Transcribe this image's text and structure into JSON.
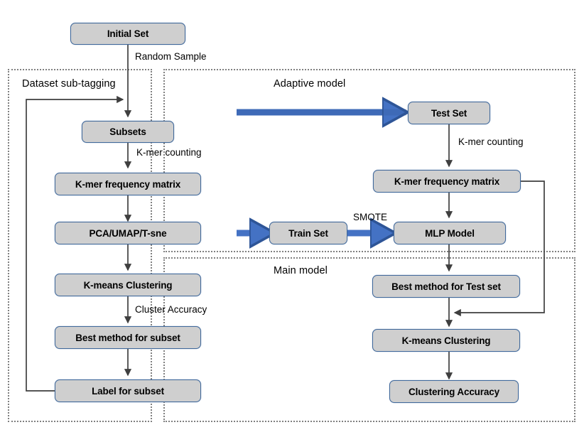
{
  "diagram": {
    "title": "Pipeline flowchart",
    "colors": {
      "node_fill": "#CFCFCF",
      "node_border": "#41699B",
      "group_border": "#808080",
      "thin_arrow": "#3F3F3F",
      "thick_arrow_fill": "#4472C4",
      "thick_arrow_stroke": "#2E5597",
      "text": "#000000"
    },
    "groups": [
      {
        "id": "dataset-sub-tagging",
        "label": "Dataset sub-tagging"
      },
      {
        "id": "adaptive-model",
        "label": "Adaptive model"
      },
      {
        "id": "main-model",
        "label": "Main model"
      }
    ],
    "nodes": [
      {
        "id": "initial-set",
        "label": "Initial Set"
      },
      {
        "id": "subsets",
        "label": "Subsets"
      },
      {
        "id": "kmer-matrix-left",
        "label": "K-mer frequency matrix"
      },
      {
        "id": "pca-umap-tsne",
        "label": "PCA/UMAP/T-sne"
      },
      {
        "id": "kmeans-left",
        "label": "K-means Clustering"
      },
      {
        "id": "best-method-subset",
        "label": "Best method for subset"
      },
      {
        "id": "label-for-subset",
        "label": "Label for subset"
      },
      {
        "id": "test-set",
        "label": "Test Set"
      },
      {
        "id": "kmer-matrix-right",
        "label": "K-mer frequency matrix"
      },
      {
        "id": "train-set",
        "label": "Train Set"
      },
      {
        "id": "mlp-model",
        "label": "MLP Model"
      },
      {
        "id": "best-method-test-set",
        "label": "Best method for Test set"
      },
      {
        "id": "kmeans-right",
        "label": "K-means Clustering"
      },
      {
        "id": "clustering-accuracy",
        "label": "Clustering Accuracy"
      }
    ],
    "edge_labels": [
      {
        "id": "random-sample",
        "label": "Random Sample"
      },
      {
        "id": "kmer-counting-left",
        "label": "K-mer counting"
      },
      {
        "id": "cluster-accuracy",
        "label": "Cluster Accuracy"
      },
      {
        "id": "kmer-counting-right",
        "label": "K-mer counting"
      },
      {
        "id": "smote",
        "label": "SMOTE"
      }
    ]
  }
}
